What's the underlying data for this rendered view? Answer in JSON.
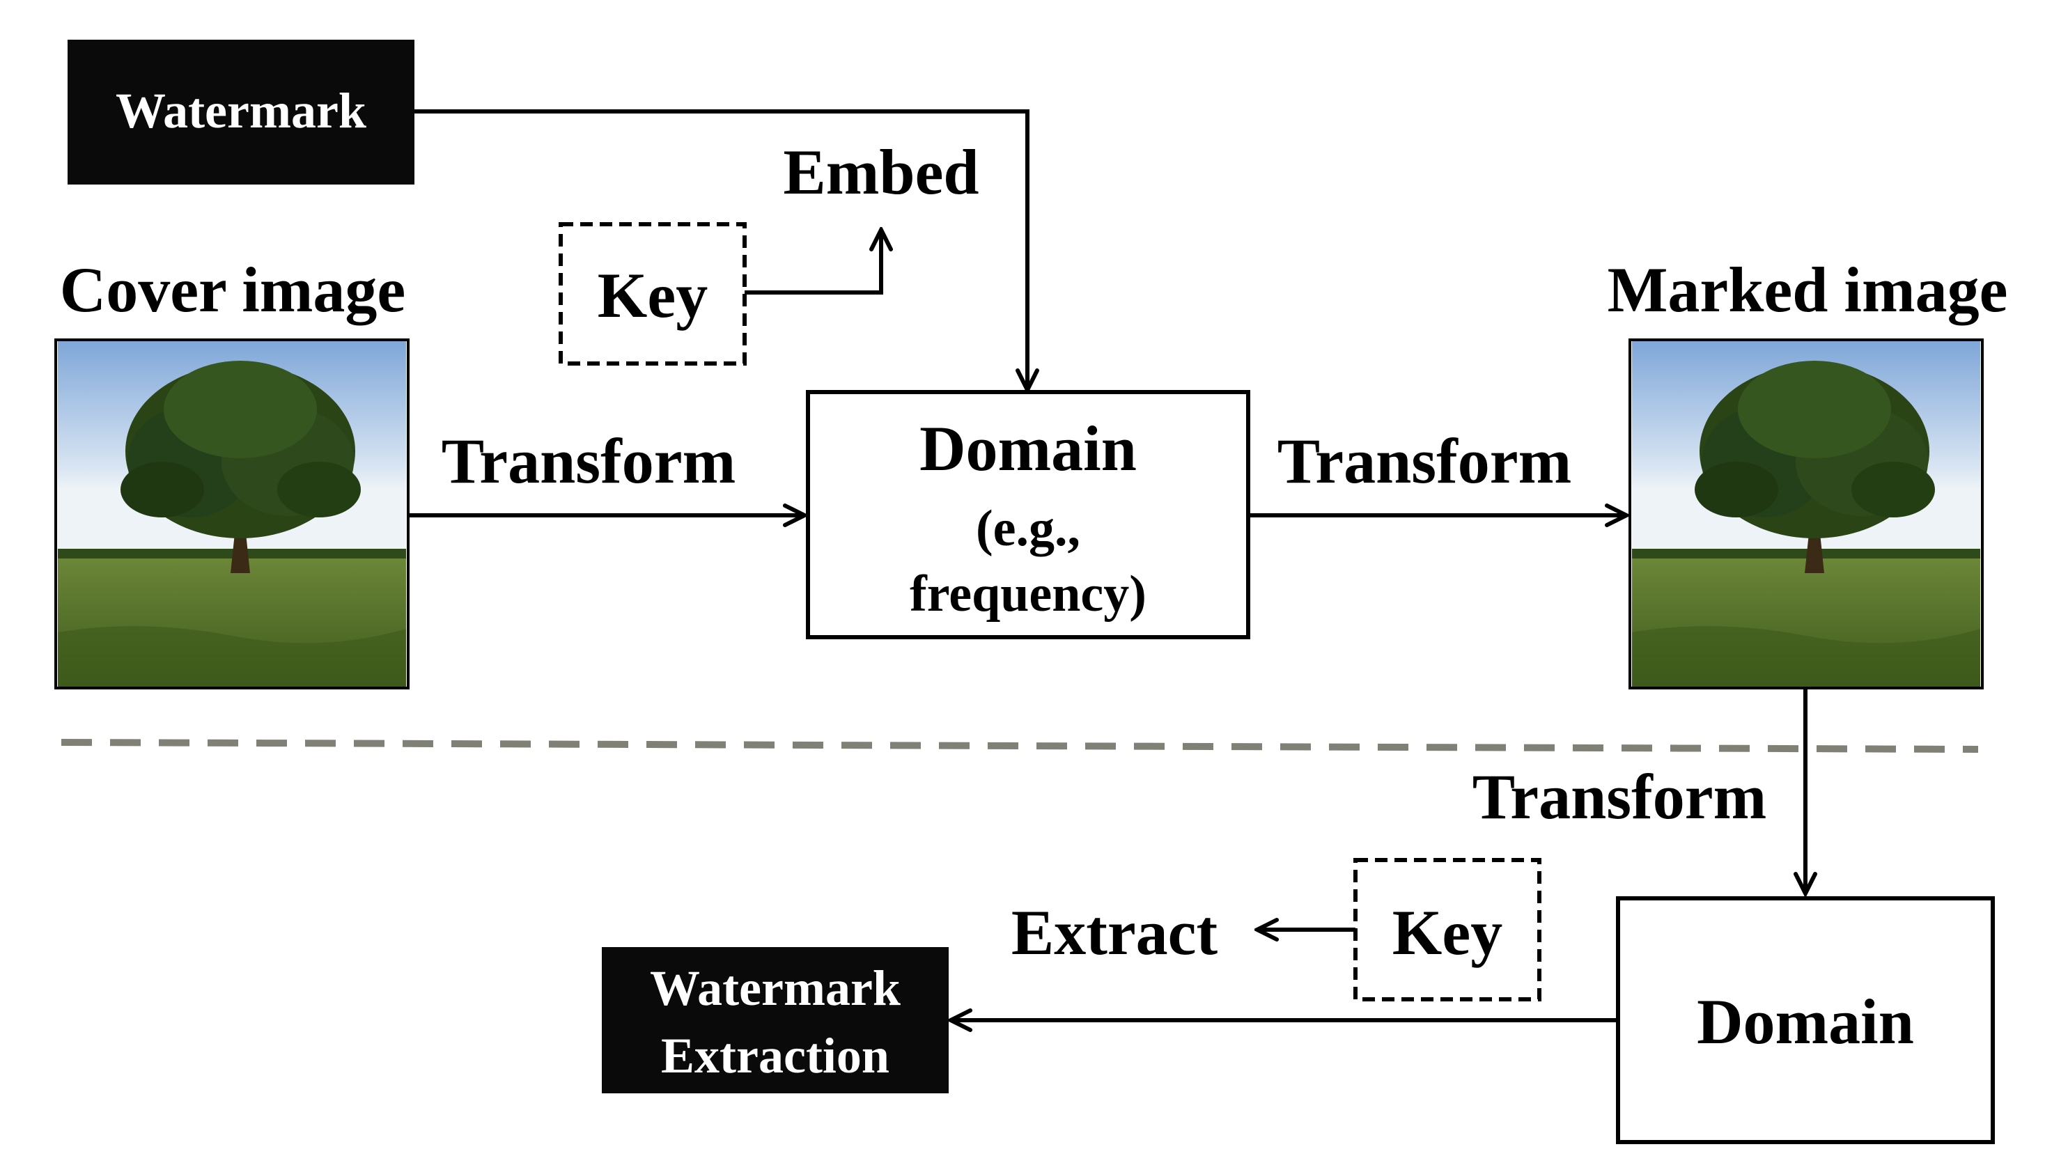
{
  "diagram": {
    "embedding": {
      "watermark_label": "Watermark",
      "embed_label": "Embed",
      "key_label": "Key",
      "cover_label": "Cover image",
      "transform_in_label": "Transform",
      "domain_title": "Domain",
      "domain_sub1": "(e.g.,",
      "domain_sub2": "frequency)",
      "transform_out_label": "Transform",
      "marked_label": "Marked image"
    },
    "extraction": {
      "transform_label": "Transform",
      "domain_label": "Domain",
      "key_label": "Key",
      "extract_label": "Extract",
      "output_line1": "Watermark",
      "output_line2": "Extraction"
    }
  },
  "colors": {
    "block_fill": "#0a0a0a",
    "separator": "#808076",
    "sky_top": "#8fb3de",
    "grass": "#4f6b24",
    "foliage": "#2a4416"
  }
}
